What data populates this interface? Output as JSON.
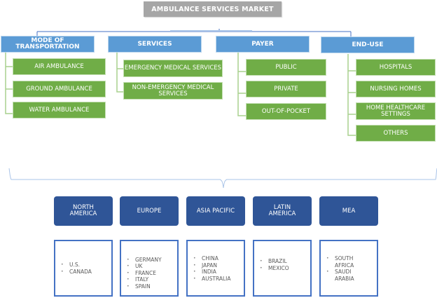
{
  "title": "AMBULANCE SERVICES MARKET",
  "categories": [
    {
      "label": "MODE OF TRANSPORTATION",
      "items": [
        "AIR AMBULANCE",
        "GROUND AMBULANCE",
        "WATER AMBULANCE"
      ]
    },
    {
      "label": "SERVICES",
      "items": [
        "EMERGENCY MEDICAL SERVICES",
        "NON-EMERGENCY MEDICAL SERVICES"
      ]
    },
    {
      "label": "PAYER",
      "items": [
        "PUBLIC",
        "PRIVATE",
        "OUT-OF-POCKET"
      ]
    },
    {
      "label": "END-USE",
      "items": [
        "HOSPITALS",
        "NURSING HOMES",
        "HOME HEALTHCARE SETTINGS",
        "OTHERS"
      ]
    }
  ],
  "regions": [
    {
      "label": "NORTH AMERICA",
      "countries": [
        "U.S.",
        "CANADA"
      ]
    },
    {
      "label": "EUROPE",
      "countries": [
        "GERMANY",
        "UK",
        "FRANCE",
        "ITALY",
        "SPAIN"
      ]
    },
    {
      "label": "ASIA PACIFIC",
      "countries": [
        "CHINA",
        "JAPAN",
        "INDIA",
        "AUSTRALIA"
      ]
    },
    {
      "label": "LATIN AMERICA",
      "countries": [
        "BRAZIL",
        "MEXICO"
      ]
    },
    {
      "label": "MEA",
      "countries": [
        "SOUTH AFRICA",
        "SAUDI ARABIA"
      ]
    }
  ],
  "colors": {
    "title_bg": "#a6a6a6",
    "category_bg": "#5b9bd5",
    "leaf_bg": "#70ad47",
    "region_bg": "#2f5597",
    "country_border": "#4472c4"
  }
}
